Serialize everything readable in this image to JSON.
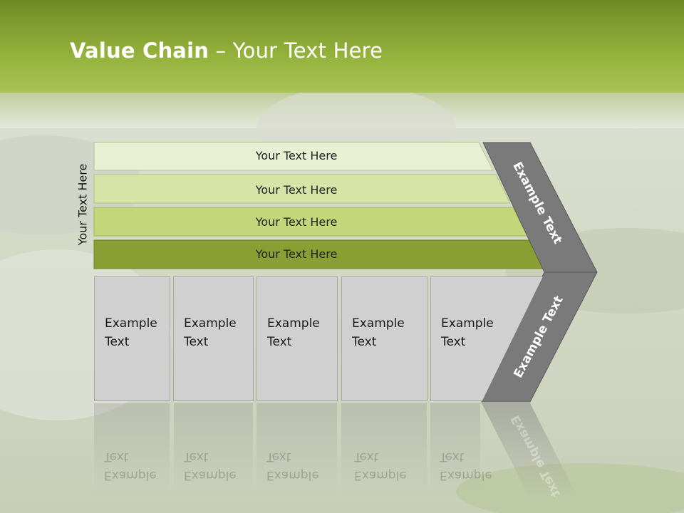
{
  "title": {
    "bold": "Value Chain",
    "rest": " – Your Text Here"
  },
  "side_label": "Your Text Here",
  "bars": [
    {
      "label": "Your Text Here",
      "color": "#e8f0d4"
    },
    {
      "label": "Your Text Here",
      "color": "#d6e4a8"
    },
    {
      "label": "Your Text Here",
      "color": "#c3d67a"
    },
    {
      "label": "Your Text Here",
      "color": "#8a9e33"
    }
  ],
  "boxes": [
    {
      "line1": "Example",
      "line2": "Text"
    },
    {
      "line1": "Example",
      "line2": "Text"
    },
    {
      "line1": "Example",
      "line2": "Text"
    },
    {
      "line1": "Example",
      "line2": "Text"
    },
    {
      "line1": "Example",
      "line2": "Text"
    }
  ],
  "chevron_top_label": "Example Text",
  "chevron_bottom_label": "Example Text",
  "colors": {
    "title_bar": "#8aa632",
    "chevron": "#7a7a7a"
  }
}
